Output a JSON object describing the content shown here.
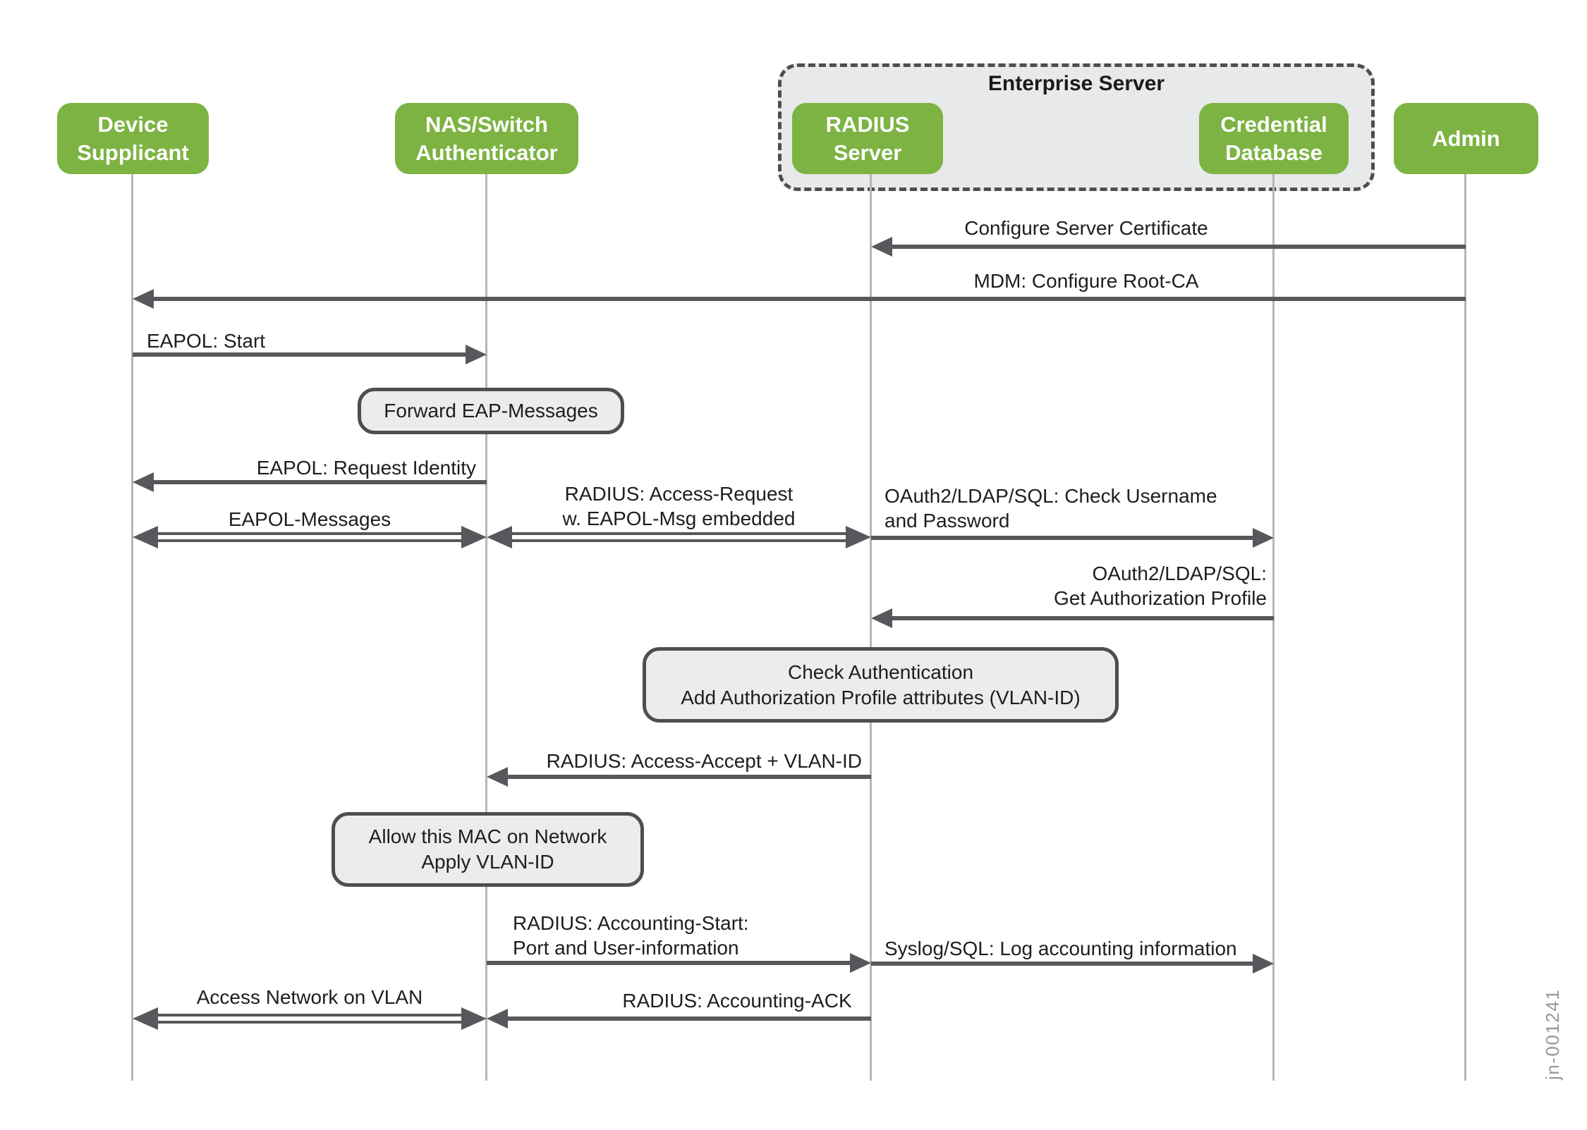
{
  "group": {
    "label": "Enterprise Server",
    "members": [
      "RADIUS Server",
      "Credential Database"
    ]
  },
  "actors": [
    {
      "id": "device",
      "lines": [
        "Device",
        "Supplicant"
      ]
    },
    {
      "id": "nas",
      "lines": [
        "NAS/Switch",
        "Authenticator"
      ]
    },
    {
      "id": "radius",
      "lines": [
        "RADIUS",
        "Server"
      ]
    },
    {
      "id": "credential",
      "lines": [
        "Credential",
        "Database"
      ]
    },
    {
      "id": "admin",
      "lines": [
        "Admin"
      ]
    }
  ],
  "notes": [
    {
      "id": "forward-eap",
      "lines": [
        "Forward EAP-Messages"
      ]
    },
    {
      "id": "check-auth",
      "lines": [
        "Check Authentication",
        "Add Authorization Profile attributes (VLAN-ID)"
      ]
    },
    {
      "id": "allow-mac",
      "lines": [
        "Allow this MAC on Network",
        "Apply VLAN-ID"
      ]
    }
  ],
  "messages": [
    {
      "id": "configure-server-certificate",
      "lines": [
        "Configure Server Certificate"
      ],
      "from": "admin",
      "to": "radius",
      "arrow": "single"
    },
    {
      "id": "mdm-configure-root-ca",
      "lines": [
        "MDM: Configure Root-CA"
      ],
      "from": "admin",
      "to": "device",
      "arrow": "single"
    },
    {
      "id": "eapol-start",
      "lines": [
        "EAPOL: Start"
      ],
      "from": "device",
      "to": "nas",
      "arrow": "single"
    },
    {
      "id": "eapol-request-identity",
      "lines": [
        "EAPOL: Request Identity"
      ],
      "from": "nas",
      "to": "device",
      "arrow": "single"
    },
    {
      "id": "eapol-messages",
      "lines": [
        "EAPOL-Messages"
      ],
      "from": "device",
      "to": "nas",
      "arrow": "double"
    },
    {
      "id": "radius-access-request",
      "lines": [
        "RADIUS: Access-Request",
        "w. EAPOL-Msg embedded"
      ],
      "from": "nas",
      "to": "radius",
      "arrow": "double"
    },
    {
      "id": "check-username-password",
      "lines": [
        "OAuth2/LDAP/SQL: Check Username",
        "and Password"
      ],
      "from": "radius",
      "to": "credential",
      "arrow": "single"
    },
    {
      "id": "get-authorization-profile",
      "lines": [
        "OAuth2/LDAP/SQL:",
        "Get Authorization Profile"
      ],
      "from": "credential",
      "to": "radius",
      "arrow": "single"
    },
    {
      "id": "radius-access-accept",
      "lines": [
        "RADIUS: Access-Accept + VLAN-ID"
      ],
      "from": "radius",
      "to": "nas",
      "arrow": "single"
    },
    {
      "id": "radius-accounting-start",
      "lines": [
        "RADIUS: Accounting-Start:",
        "Port and User-information"
      ],
      "from": "nas",
      "to": "radius",
      "arrow": "single"
    },
    {
      "id": "syslog-log-accounting",
      "lines": [
        "Syslog/SQL: Log accounting information"
      ],
      "from": "radius",
      "to": "credential",
      "arrow": "single"
    },
    {
      "id": "access-network-on-vlan",
      "lines": [
        "Access Network on VLAN"
      ],
      "from": "device",
      "to": "nas",
      "arrow": "double"
    },
    {
      "id": "radius-accounting-ack",
      "lines": [
        "RADIUS: Accounting-ACK"
      ],
      "from": "radius",
      "to": "nas",
      "arrow": "single"
    }
  ],
  "watermark": "jn-001241",
  "colors": {
    "actor_green": "#7CB342",
    "actor_text": "#FFFFFF",
    "arrow_gray": "#57585B",
    "note_fill": "#EBECED",
    "note_border": "#4D4E50",
    "group_fill": "#E8E9EA",
    "lifeline_gray": "#B4B6B8",
    "label_text": "#1E1E20",
    "watermark_gray": "#96989A"
  }
}
